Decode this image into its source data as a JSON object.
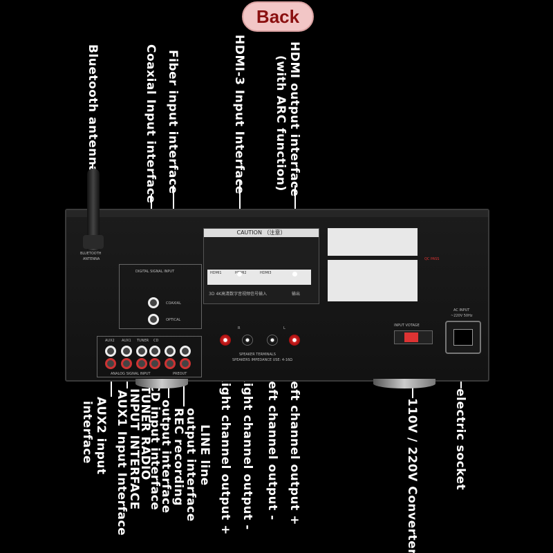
{
  "header": {
    "back_label": "Back"
  },
  "callouts": {
    "bluetooth_antenna": "Bluetooth antenna",
    "coaxial": "Coaxial Input interface",
    "fiber": "Fiber input interface",
    "hdmi3": "HDMI-3 Input Interface",
    "hdmi_out_1": "HDMI output interface",
    "hdmi_out_2": "(with ARC function)",
    "aux2_1": "AUX2 input",
    "aux2_2": "interface",
    "aux1": "AUX1 Input Interface",
    "input_interface": "INPUT INTERFACE",
    "tuner": "TUNER RADIO",
    "cd": "CD input interface",
    "output_interface": "output interface",
    "rec": "REC recording",
    "line_out_1": "output interface",
    "line_out_2": "LINE line",
    "right_plus": "Right channel output +",
    "right_minus": "Right channel output -",
    "left_minus": "Left channel output -",
    "left_plus": "Left channel output +",
    "converter": "110V / 220V Converter",
    "socket": "electric socket"
  },
  "panel": {
    "bluetooth_label": "BLUETOOTH",
    "antenna_label": "ANTENNA",
    "digital_signal_input": "DIGITAL SIGNAL INPUT",
    "coaxial": "COAXIAL",
    "optical": "OPTICAL",
    "caution": "CAUTION  （注意）",
    "hdmi1": "HDMI1",
    "hdmi2": "HDMI2",
    "hdmi3": "HDMI3",
    "hdmi_caption": "3D 4K高清数字音视频信号输入",
    "hdmi_out_caption": "输出",
    "aux2": "AUX2",
    "aux1": "AUX1",
    "tuner": "TUNER",
    "cd": "CD",
    "analog_signal_input": "ANALOG SIGNAL INPUT",
    "preout": "PREOUT",
    "speaker_terminals": "SPEAKER TERMINALS",
    "speakers_impedance": "SPEAKERS IMPEDANCE USE: 4-16Ω",
    "input_voltage": "INPUT VOTAGE",
    "ac_input": "AC INPUT",
    "ac_rating": "~220V 50Hz",
    "qc_pass": "QC PASS",
    "r_label": "R",
    "l_label": "L"
  }
}
